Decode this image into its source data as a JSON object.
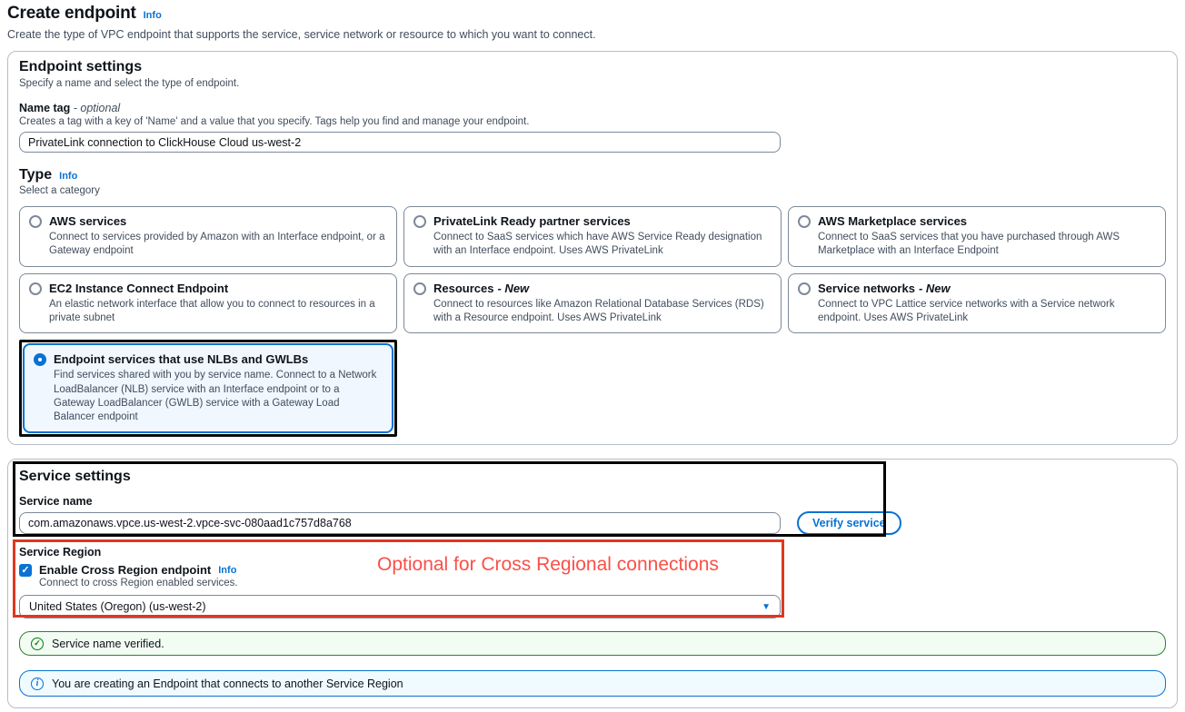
{
  "page": {
    "title": "Create endpoint",
    "title_info": "Info",
    "description": "Create the type of VPC endpoint that supports the service, service network or resource to which you want to connect."
  },
  "icons": {
    "checkbox_check": "✓",
    "success_check": "✓",
    "info_i": "i",
    "caret_down": "▼"
  },
  "endpoint_settings": {
    "heading": "Endpoint settings",
    "subheading": "Specify a name and select the type of endpoint.",
    "name_tag": {
      "label": "Name tag",
      "optional": "- optional",
      "description": "Creates a tag with a key of 'Name' and a value that you specify. Tags help you find and manage your endpoint.",
      "value": "PrivateLink connection to ClickHouse Cloud us-west-2"
    },
    "type": {
      "heading": "Type",
      "info": "Info",
      "subheading": "Select a category",
      "options": [
        {
          "title": "AWS services",
          "description": "Connect to services provided by Amazon with an Interface endpoint, or a Gateway endpoint"
        },
        {
          "title": "PrivateLink Ready partner services",
          "description": "Connect to SaaS services which have AWS Service Ready designation with an Interface endpoint. Uses AWS PrivateLink"
        },
        {
          "title": "AWS Marketplace services",
          "description": "Connect to SaaS services that you have purchased through AWS Marketplace with an Interface Endpoint"
        },
        {
          "title": "EC2 Instance Connect Endpoint",
          "description": "An elastic network interface that allow you to connect to resources in a private subnet"
        },
        {
          "title": "Resources",
          "suffix": "- New",
          "description": "Connect to resources like Amazon Relational Database Services (RDS) with a Resource endpoint. Uses AWS PrivateLink"
        },
        {
          "title": "Service networks",
          "suffix": "- New",
          "description": "Connect to VPC Lattice service networks with a Service network endpoint. Uses AWS PrivateLink"
        },
        {
          "title": "Endpoint services that use NLBs and GWLBs",
          "description": "Find services shared with you by service name. Connect to a Network LoadBalancer (NLB) service with an Interface endpoint or to a Gateway LoadBalancer (GWLB) service with a Gateway Load Balancer endpoint",
          "selected": true
        }
      ]
    }
  },
  "service_settings": {
    "heading": "Service settings",
    "service_name": {
      "label": "Service name",
      "value": "com.amazonaws.vpce.us-west-2.vpce-svc-080aad1c757d8a768",
      "verify_button": "Verify service"
    },
    "service_region": {
      "label": "Service Region",
      "checkbox_label": "Enable Cross Region endpoint",
      "info": "Info",
      "checkbox_description": "Connect to cross Region enabled services.",
      "region_select_value": "United States (Oregon) (us-west-2)"
    },
    "annotation_text": "Optional for Cross Regional connections",
    "alerts": {
      "success": "Service name verified.",
      "info": "You are creating an Endpoint that connects to another Service Region"
    }
  },
  "colors": {
    "link_blue": "#0972d3",
    "selected_bg": "#f0f7ff",
    "annotation_red": "#e0371f",
    "success_green": "#2e8136",
    "info_blue": "#0972d3"
  }
}
